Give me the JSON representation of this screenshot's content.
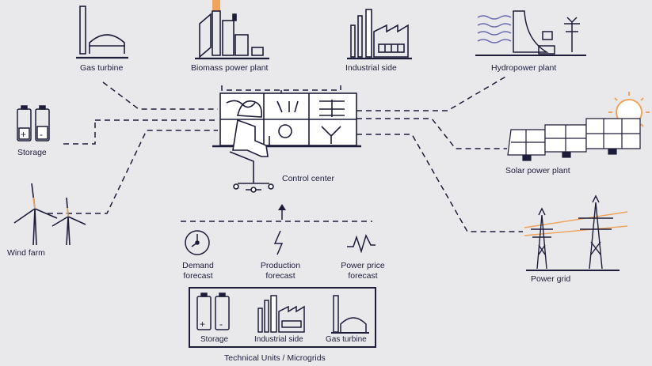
{
  "nodes": {
    "gas_turbine": "Gas turbine",
    "biomass": "Biomass power plant",
    "industrial": "Industrial side",
    "hydro": "Hydropower plant",
    "storage": "Storage",
    "solar": "Solar power plant",
    "control": "Control center",
    "wind": "Wind farm",
    "grid": "Power grid"
  },
  "forecasts": {
    "demand": [
      "Demand",
      "forecast"
    ],
    "production": [
      "Production",
      "forecast"
    ],
    "price": [
      "Power price",
      "forecast"
    ]
  },
  "units": {
    "storage": "Storage",
    "industrial": "Industrial side",
    "gas_turbine": "Gas turbine",
    "caption": "Technical Units / Microgrids"
  },
  "colors": {
    "line": "#1d1d3a",
    "accent": "#f0a35a",
    "background": "#e9e9ec",
    "panel": "#ffffff"
  }
}
